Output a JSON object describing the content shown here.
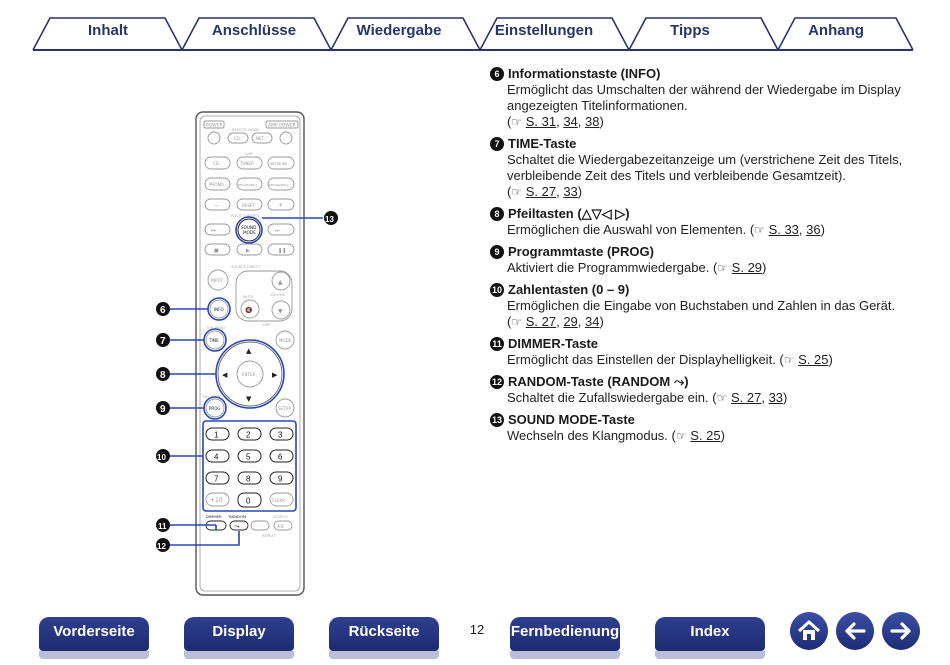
{
  "tabs": [
    {
      "label": "Inhalt"
    },
    {
      "label": "Anschlüsse"
    },
    {
      "label": "Wiedergabe"
    },
    {
      "label": "Einstellungen"
    },
    {
      "label": "Tipps"
    },
    {
      "label": "Anhang"
    }
  ],
  "remote": {
    "top_labels": {
      "power": "POWER",
      "amp_power": "AMP POWER",
      "remote_mode": "REMOTE MODE",
      "cd": "CD",
      "net": "NET",
      "amp": "AMP"
    },
    "amp_buttons": [
      "CD",
      "TUNER",
      "NETWORK",
      "PHONO",
      "RECORDER 1",
      "RECORDER 2"
    ],
    "minus": "−",
    "reset": "RESET",
    "plus": "+",
    "pitch_control": "PITCH CONTROL",
    "sound_mode": [
      "SOUND",
      "MODE"
    ],
    "input": "INPUT",
    "source_direct": "SOURCE DIRECT",
    "mute": "MUTE",
    "volume": "VOLUME",
    "amp2": "AMP",
    "info": "INFO",
    "top_menu": "TOP MENU",
    "time": "TIME",
    "mode": "MODE",
    "enter": "ENTER",
    "fav_note": "FAV NOTE",
    "prog": "PROG",
    "setup": "SETUP",
    "numbers": [
      "1",
      "2",
      "3",
      "4",
      "5",
      "6",
      "7",
      "8",
      "9",
      "0"
    ],
    "plus10": "+10",
    "clear": "CLEAR",
    "dimmer": "DIMMER",
    "random": "RANDOM",
    "repeat": "REPEAT",
    "search": "SEARCH",
    "ab": "A-B",
    "callouts": [
      "6",
      "7",
      "8",
      "9",
      "10",
      "11",
      "12",
      "13"
    ]
  },
  "items": [
    {
      "num": "6",
      "title": "Informationstaste (INFO)",
      "text": "Ermöglicht das Umschalten der während der Wiedergabe im Display angezeigten Titelinformationen.",
      "refs": [
        "S. 31",
        "34",
        "38"
      ]
    },
    {
      "num": "7",
      "title": "TIME-Taste",
      "text": "Schaltet die Wiedergabezeitanzeige um (verstrichene Zeit des Titels, verbleibende Zeit des Titels und verbleibende Gesamtzeit).",
      "refs": [
        "S. 27",
        "33"
      ]
    },
    {
      "num": "8",
      "title": "Pfeiltasten (△▽◁ ▷)",
      "text": "Ermöglichen die Auswahl von Elementen.",
      "refs": [
        "S. 33",
        "36"
      ]
    },
    {
      "num": "9",
      "title": "Programmtaste (PROG)",
      "text": "Aktiviert die Programmwiedergabe.",
      "refs": [
        "S. 29"
      ]
    },
    {
      "num": "10",
      "title": "Zahlentasten (0 – 9)",
      "text": "Ermöglichen die Eingabe von Buchstaben und Zahlen in das Gerät.",
      "refs": [
        "S. 27",
        "29",
        "34"
      ]
    },
    {
      "num": "11",
      "title": "DIMMER-Taste",
      "text": "Ermöglicht das Einstellen der Displayhelligkeit.",
      "refs": [
        "S. 25"
      ]
    },
    {
      "num": "12",
      "title": "RANDOM-Taste (RANDOM ⤳)",
      "text": "Schaltet die Zufallswiedergabe ein.",
      "refs": [
        "S. 27",
        "33"
      ]
    },
    {
      "num": "13",
      "title": "SOUND MODE-Taste",
      "text": "Wechseln des Klangmodus.",
      "refs": [
        "S. 25"
      ]
    }
  ],
  "bottom_nav": {
    "front": "Vorderseite",
    "display": "Display",
    "back": "Rückseite",
    "page": "12",
    "remote": "Fernbedienung",
    "index": "Index"
  },
  "icons": {
    "home": "home-icon",
    "prev": "arrow-left-icon",
    "next": "arrow-right-icon",
    "ref": "pointing-hand-icon"
  },
  "colors": {
    "navy": "#26356b",
    "button": "#25357f",
    "callout_line": "#2a47b8"
  }
}
